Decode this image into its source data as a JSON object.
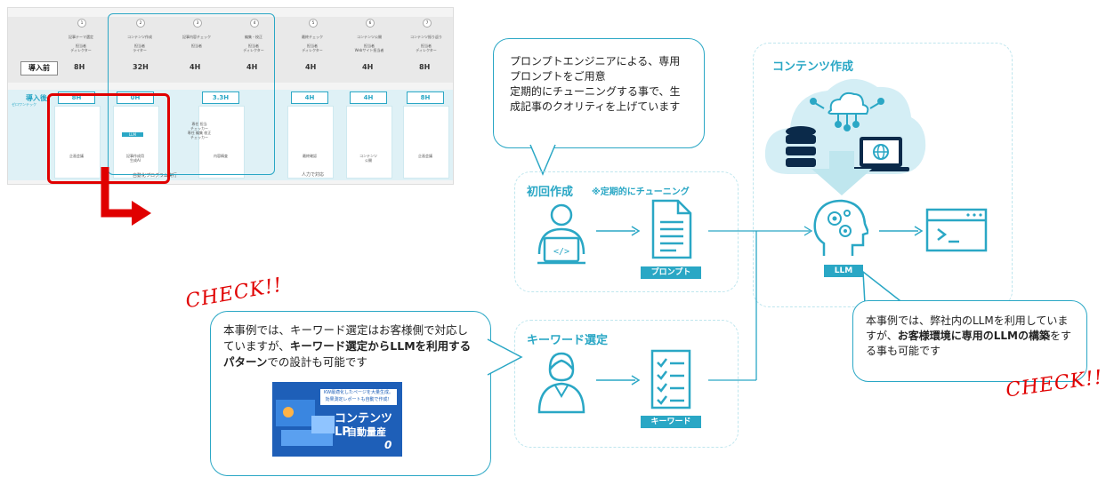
{
  "thumbnail": {
    "label_before": "導入前",
    "label_after": "導入後",
    "logo_text": "ゼロワンテック",
    "steps_before": [
      {
        "num": "1",
        "task": "記事テーマ選定",
        "role": "担当者\nディレクター",
        "hours": "8H"
      },
      {
        "num": "2",
        "task": "コンテンツ作成",
        "role": "担当者\nライター",
        "hours": "32H"
      },
      {
        "num": "3",
        "task": "記事内容チェック",
        "role": "担当者",
        "hours": "4H"
      },
      {
        "num": "4",
        "task": "編集・校正",
        "role": "担当者\nディレクター",
        "hours": "4H"
      },
      {
        "num": "5",
        "task": "最終チェック",
        "role": "担当者\nディレクター",
        "hours": "4H"
      },
      {
        "num": "6",
        "task": "コンテンツ公開",
        "role": "担当者\nWebサイト担当者",
        "hours": "4H"
      },
      {
        "num": "7",
        "task": "コンテンツ振り返り",
        "role": "担当者\nディレクター",
        "hours": "8H"
      }
    ],
    "steps_after": [
      {
        "hours": "8H",
        "caption": "企画会議"
      },
      {
        "hours": "0H",
        "caption": "記事作成用\n生成AI",
        "llm": "LLM"
      },
      {
        "hours": "3.3H",
        "caption": "内容精査",
        "extra": "専任 担当\nチェッカー\n専任 編集 校正\nチェッカー"
      },
      {
        "hours": "4H",
        "caption": "最終確認"
      },
      {
        "hours": "4H",
        "caption": "コンテンツ\n公開"
      },
      {
        "hours": "8H",
        "caption": "企画会議"
      }
    ],
    "legend_auto": "自動化プログラム実行",
    "legend_manual": "人力で対応"
  },
  "top_bubble": {
    "text": "プロンプトエンジニアによる、専用プロンプトをご用意\n定期的にチューニングする事で、生成記事のクオリティを上げています"
  },
  "initial": {
    "title": "初回作成",
    "note": "※定期的にチューニング",
    "doc_label": "プロンプト"
  },
  "keyword": {
    "title": "キーワード選定",
    "doc_label": "キーワード"
  },
  "content": {
    "title": "コンテンツ作成",
    "llm_label": "LLM"
  },
  "left_bubble": {
    "part1": "本事例では、キーワード選定はお客様側で対応していますが、",
    "bold": "キーワード選定からLLMを利用するパターン",
    "part2": "での設計も可能です"
  },
  "right_bubble": {
    "part1": "本事例では、弊社内のLLMを利用していますが、",
    "bold": "お客様環境に専用のLLMの構築",
    "part2": "をする事も可能です"
  },
  "check_left": "CHECK!!",
  "check_right": "CHECK!!",
  "banner": {
    "small_text": "KW最適化したページを大量生成。\n効果測定レポートも自動で作成！",
    "title1": "コンテンツLP",
    "title2": "自動量産",
    "logo": "0"
  },
  "colors": {
    "accent": "#2aa7c5",
    "red": "#e00000",
    "navy": "#0b2a4a"
  }
}
